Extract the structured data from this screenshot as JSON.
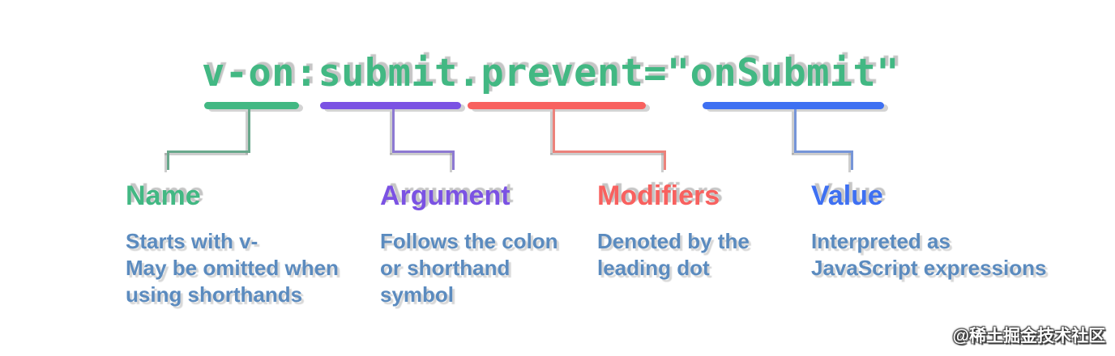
{
  "code": {
    "text": "v-on:submit.prevent=\"onSubmit\"",
    "color": "#42b883"
  },
  "text_color": "#5b8bbf",
  "segments": [
    {
      "id": "name",
      "label": "Name",
      "color": "#42b883",
      "line_color": "#69a88c",
      "lines": [
        "Starts with v-",
        "May be omitted when",
        "using shorthands"
      ]
    },
    {
      "id": "argument",
      "label": "Argument",
      "color": "#7b52e3",
      "line_color": "#8d79d2",
      "lines": [
        "Follows the colon",
        "or shorthand",
        "symbol"
      ]
    },
    {
      "id": "modifiers",
      "label": "Modifiers",
      "color": "#f8615f",
      "line_color": "#ec827b",
      "lines": [
        "Denoted by the",
        "leading dot"
      ]
    },
    {
      "id": "value",
      "label": "Value",
      "color": "#3e70f2",
      "line_color": "#7695d8",
      "lines": [
        "Interpreted as",
        "JavaScript expressions"
      ]
    }
  ],
  "watermark": {
    "text": "@稀土掘金技术社区"
  }
}
